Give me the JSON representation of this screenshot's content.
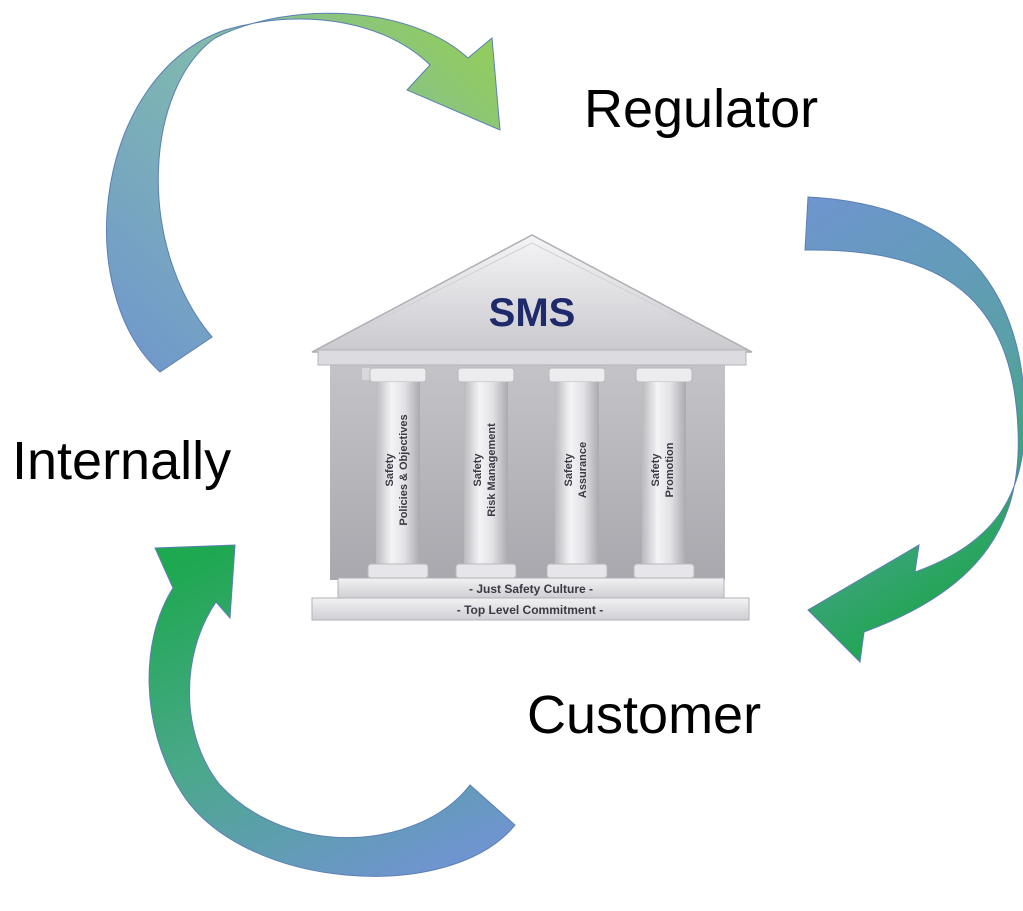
{
  "labels": {
    "regulator": "Regulator",
    "internally": "Internally",
    "customer": "Customer"
  },
  "temple": {
    "title": "SMS",
    "pillars": [
      {
        "line1": "Safety",
        "line2": "Policies & Objectives"
      },
      {
        "line1": "Safety",
        "line2": "Risk Management"
      },
      {
        "line1": "Safety",
        "line2": "Assurance"
      },
      {
        "line1": "Safety",
        "line2": "Promotion"
      }
    ],
    "step_upper": "- Just Safety Culture -",
    "step_lower": "- Top Level Commitment -"
  },
  "colors": {
    "arrow_blue": "#6f95cf",
    "arrow_green_light": "#8fcf55",
    "arrow_green_dark": "#22a552",
    "sms_title": "#1f2a6b",
    "stone": "#e6e6e8"
  }
}
